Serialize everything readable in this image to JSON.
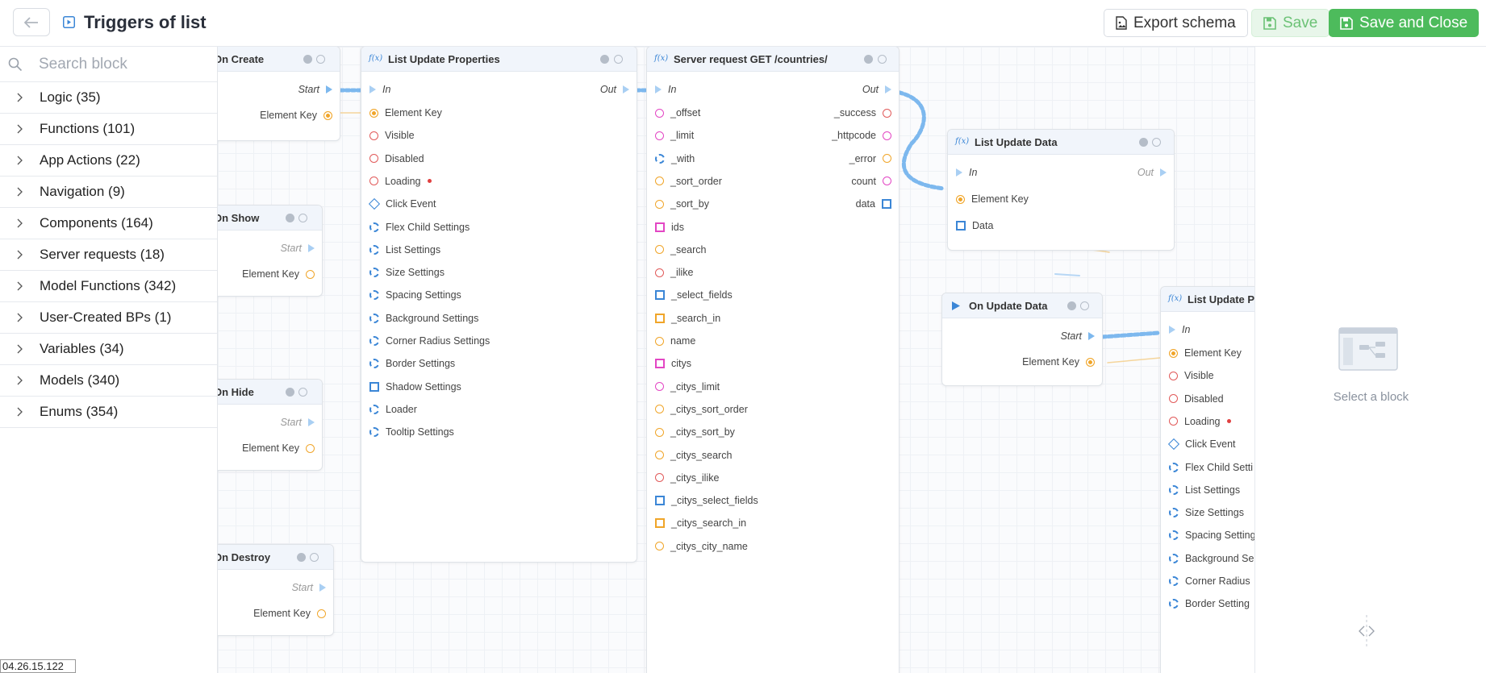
{
  "header": {
    "title": "Triggers of list",
    "export_label": "Export schema",
    "save_label": "Save",
    "save_close_label": "Save and Close"
  },
  "sidebar": {
    "search_placeholder": "Search block",
    "items": [
      {
        "label": "Logic (35)"
      },
      {
        "label": "Functions (101)"
      },
      {
        "label": "App Actions (22)"
      },
      {
        "label": "Navigation (9)"
      },
      {
        "label": "Components (164)"
      },
      {
        "label": "Server requests (18)"
      },
      {
        "label": "Model Functions (342)"
      },
      {
        "label": "User-Created BPs (1)"
      },
      {
        "label": "Variables (34)"
      },
      {
        "label": "Models (340)"
      },
      {
        "label": "Enums (354)"
      }
    ]
  },
  "canvas": {
    "on_create": {
      "title": "On Create",
      "start": "Start",
      "key": "Element Key"
    },
    "on_show": {
      "title": "On Show",
      "start": "Start",
      "key": "Element Key"
    },
    "on_hide": {
      "title": "On Hide",
      "start": "Start",
      "key": "Element Key"
    },
    "on_destroy": {
      "title": "On Destroy",
      "start": "Start",
      "key": "Element Key"
    },
    "list_update_props": {
      "title": "List Update Properties",
      "in": "In",
      "out": "Out",
      "pins": [
        "Element Key",
        "Visible",
        "Disabled",
        "Loading",
        "Click Event",
        "Flex Child Settings",
        "List Settings",
        "Size Settings",
        "Spacing Settings",
        "Background Settings",
        "Corner Radius Settings",
        "Border Settings",
        "Shadow Settings",
        "Loader",
        "Tooltip Settings"
      ]
    },
    "server_request": {
      "title": "Server request GET /countries/",
      "in": "In",
      "out": "Out",
      "inputs": [
        "_offset",
        "_limit",
        "_with",
        "_sort_order",
        "_sort_by",
        "ids",
        "_search",
        "_ilike",
        "_select_fields",
        "_search_in",
        "name",
        "citys",
        "_citys_limit",
        "_citys_sort_order",
        "_citys_sort_by",
        "_citys_search",
        "_citys_ilike",
        "_citys_select_fields",
        "_citys_search_in",
        "_citys_city_name"
      ],
      "outputs": [
        "_success",
        "_httpcode",
        "_error",
        "count",
        "data"
      ]
    },
    "list_update_data": {
      "title": "List Update Data",
      "in": "In",
      "out": "Out",
      "pins": [
        "Element Key",
        "Data"
      ]
    },
    "on_update_data": {
      "title": "On Update Data",
      "start": "Start",
      "key": "Element Key"
    },
    "list_update_props2": {
      "title": "List Update Pr",
      "in": "In",
      "pins": [
        "Element Key",
        "Visible",
        "Disabled",
        "Loading",
        "Click Event",
        "Flex Child Setti",
        "List Settings",
        "Size Settings",
        "Spacing Setting",
        "Background Se",
        "Corner Radius",
        "Border Setting"
      ]
    }
  },
  "right_panel": {
    "empty_text": "Select a block"
  },
  "corner_label": "04.26.15.122",
  "colors": {
    "accent": "#3b86d6",
    "save_green": "#4dbb5c",
    "pin_orange": "#f0a529",
    "pin_red": "#e15a5a",
    "pin_pink": "#e346c4"
  }
}
